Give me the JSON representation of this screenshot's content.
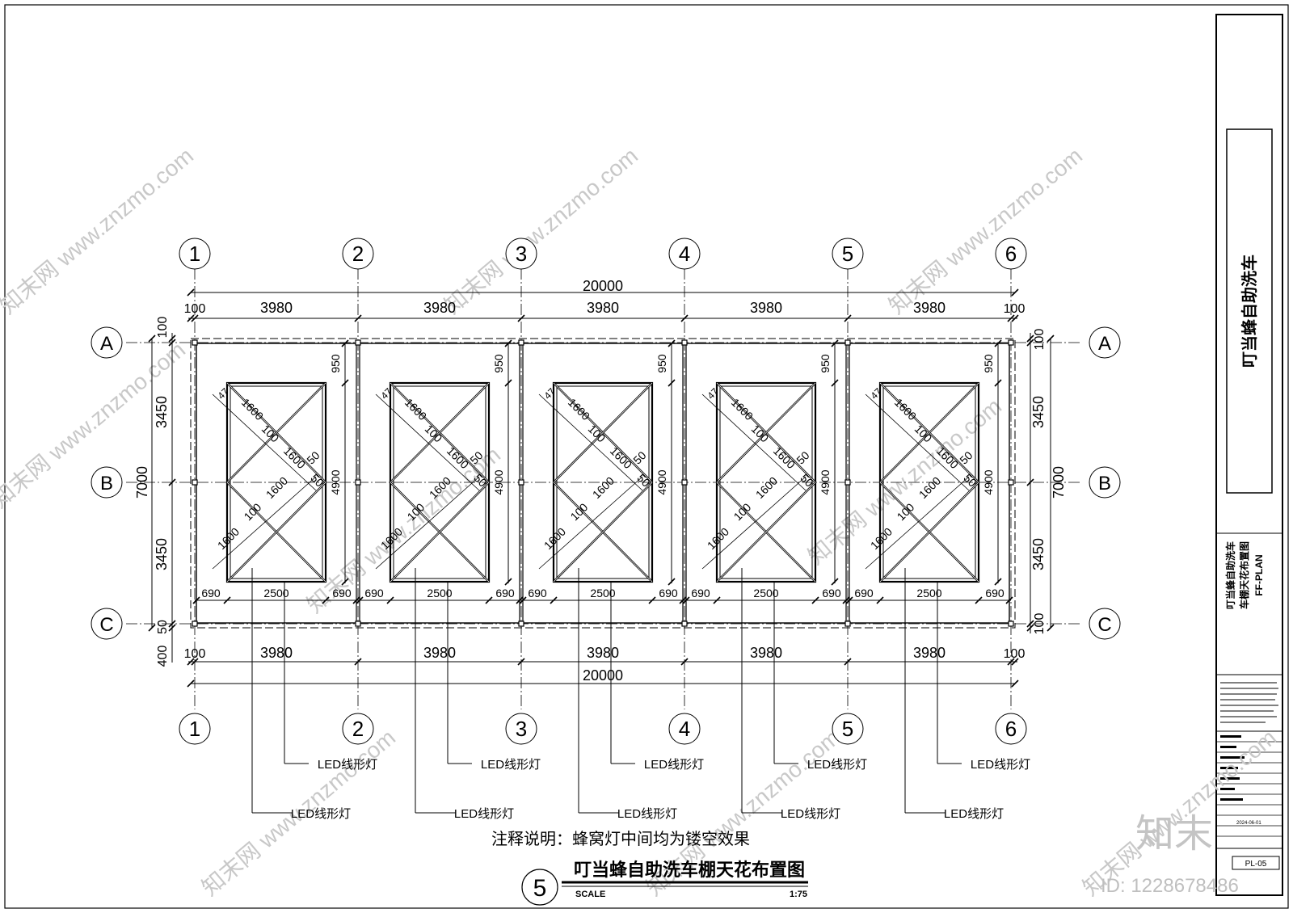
{
  "grid": {
    "columns": [
      "1",
      "2",
      "3",
      "4",
      "5",
      "6"
    ],
    "rows": [
      "A",
      "B",
      "C"
    ]
  },
  "dimensions": {
    "total_width": "20000",
    "bay": "3980",
    "edge": "100",
    "total_depth": "7000",
    "half_depth": "3450",
    "top_edge_left": "100",
    "bottom_edge_left": "50",
    "bottom_extra": "400",
    "right_bottom_edge": "100",
    "panel_top": "950",
    "panel_height": "4900",
    "side_margin": "690",
    "panel_width": "2500",
    "diag_long": "1600",
    "diag_gap": "100",
    "diag_end": "50",
    "diag_small": "47"
  },
  "labels": {
    "led_light": "LED线形灯",
    "note": "注释说明：蜂窝灯中间均为镂空效果",
    "drawing_number": "5",
    "drawing_title": "叮当蜂自助洗车棚天花布置图",
    "scale_label": "SCALE",
    "scale_value": "1:75"
  },
  "title_block": {
    "project_name": "叮当蜂自助洗车",
    "sheet_title_line1": "叮当蜂自助洗车",
    "sheet_title_line2": "车棚天花布置图",
    "sheet_code": "FF-PLAN",
    "date": "2024-06-01",
    "sheet_number": "PL-05"
  },
  "watermark": {
    "text": "知末网 www.znzmo.com",
    "logo": "知末",
    "id_label": "ID: 1228678486"
  }
}
